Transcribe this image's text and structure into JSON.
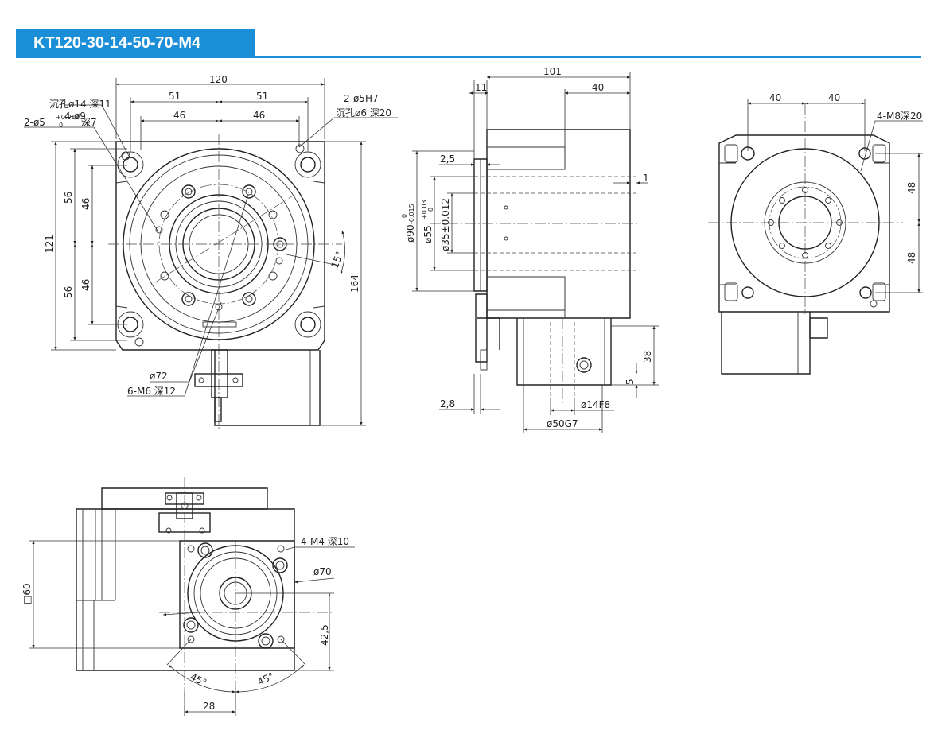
{
  "title": "KT120-30-14-50-70-M4",
  "front_view": {
    "dim_120": "120",
    "dim_51_left": "51",
    "dim_51_right": "51",
    "dim_46_left": "46",
    "dim_46_right": "46",
    "dim_121": "121",
    "dim_56_top": "56",
    "dim_46_top": "46",
    "dim_56_bottom": "56",
    "dim_46_bottom": "46",
    "dim_164": "164",
    "angle_15": "15°",
    "note_4phi9": "4-ø9",
    "note_counterbore14": "沉孔ø14 深11",
    "note_2phi5": "2-ø5",
    "tol_2phi5_upper": "+0.012",
    "tol_2phi5_lower": "0",
    "note_depth7": "深7",
    "note_2phi5h7": "2-ø5H7",
    "note_counterbore6": "沉孔ø6 深20",
    "note_phi72": "ø72",
    "note_6m6": "6-M6 深12"
  },
  "side_view": {
    "dim_101": "101",
    "dim_11": "11",
    "dim_40": "40",
    "dim_2_5": "2,5",
    "dim_1": "1",
    "dim_phi90": "ø90",
    "tol_phi90_upper": "0",
    "tol_phi90_lower": "-0.015",
    "dim_phi55": "ø55",
    "tol_phi55_upper": "+0.03",
    "tol_phi55_lower": "0",
    "dim_phi35": "ø35±0.012",
    "dim_38": "38",
    "dim_5": "5",
    "dim_2_8": "2,8",
    "dim_phi14": "ø14F8",
    "dim_phi50": "ø50G7"
  },
  "back_view": {
    "dim_40_left": "40",
    "dim_40_right": "40",
    "note_4m8": "4-M8深20",
    "dim_48_top": "48",
    "dim_48_bottom": "48"
  },
  "bottom_view": {
    "note_4m4": "4-M4 深10",
    "dim_phi70": "ø70",
    "dim_60": "□60",
    "dim_42_5": "42,5",
    "angle_45_left": "45°",
    "angle_45_right": "45°",
    "dim_28": "28"
  }
}
